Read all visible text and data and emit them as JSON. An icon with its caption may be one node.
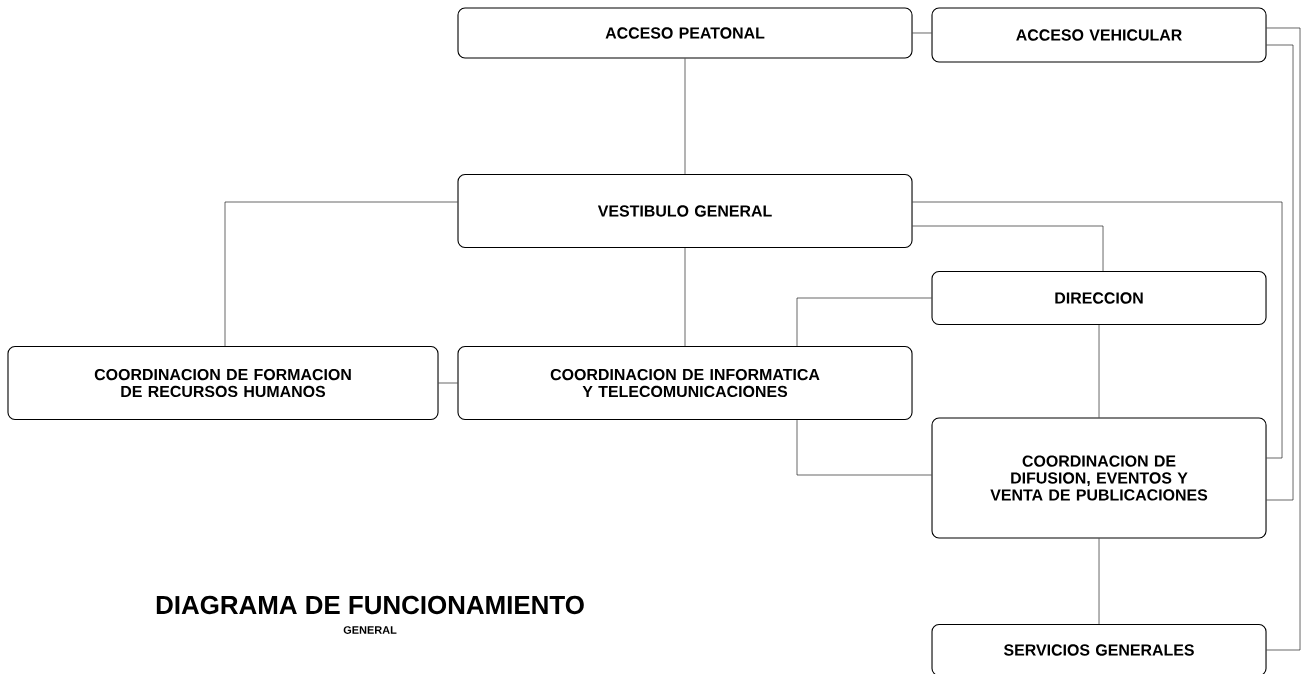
{
  "diagram": {
    "nodes": [
      {
        "text": [
          "ACCESO PEATONAL"
        ]
      },
      {
        "text": [
          "ACCESO VEHICULAR"
        ]
      },
      {
        "text": [
          "VESTIBULO GENERAL"
        ]
      },
      {
        "text": [
          "DIRECCION"
        ]
      },
      {
        "text": [
          "COORDINACION DE FORMACION DE RECURSOS HUMANOS"
        ]
      },
      {
        "text": [
          "COORDINACION DE INFORMATICA Y TELECOMUNICACIONES"
        ]
      },
      {
        "text": [
          "COORDINACION DE DIFUSION, EVENTOS Y VENTA DE PUBLICACIONES"
        ]
      },
      {
        "text": [
          "SERVICIOS GENERALES"
        ]
      }
    ],
    "edges": [
      {
        "from": 0,
        "to": 1,
        "arrow": "none"
      },
      {
        "from": 0,
        "to": 2,
        "arrow": "none"
      },
      {
        "from": 2,
        "to": 4,
        "arrow": "none"
      },
      {
        "from": 2,
        "to": 5,
        "arrow": "none"
      },
      {
        "from": 2,
        "to": 3,
        "arrow": "none"
      },
      {
        "from": 2,
        "to": 6,
        "arrow": "none"
      },
      {
        "from": 4,
        "to": 5,
        "arrow": "none"
      },
      {
        "from": 3,
        "to": 5,
        "arrow": "none"
      },
      {
        "from": 5,
        "to": 6,
        "arrow": "none"
      },
      {
        "from": 3,
        "to": 6,
        "arrow": "none"
      },
      {
        "from": 6,
        "to": 7,
        "arrow": "none"
      },
      {
        "from": 1,
        "to": 6,
        "arrow": "none"
      },
      {
        "from": 1,
        "to": 7,
        "arrow": "none"
      }
    ],
    "title": "DIAGRAMA DE FUNCIONAMIENTO",
    "labels": [
      "GENERAL"
    ]
  }
}
